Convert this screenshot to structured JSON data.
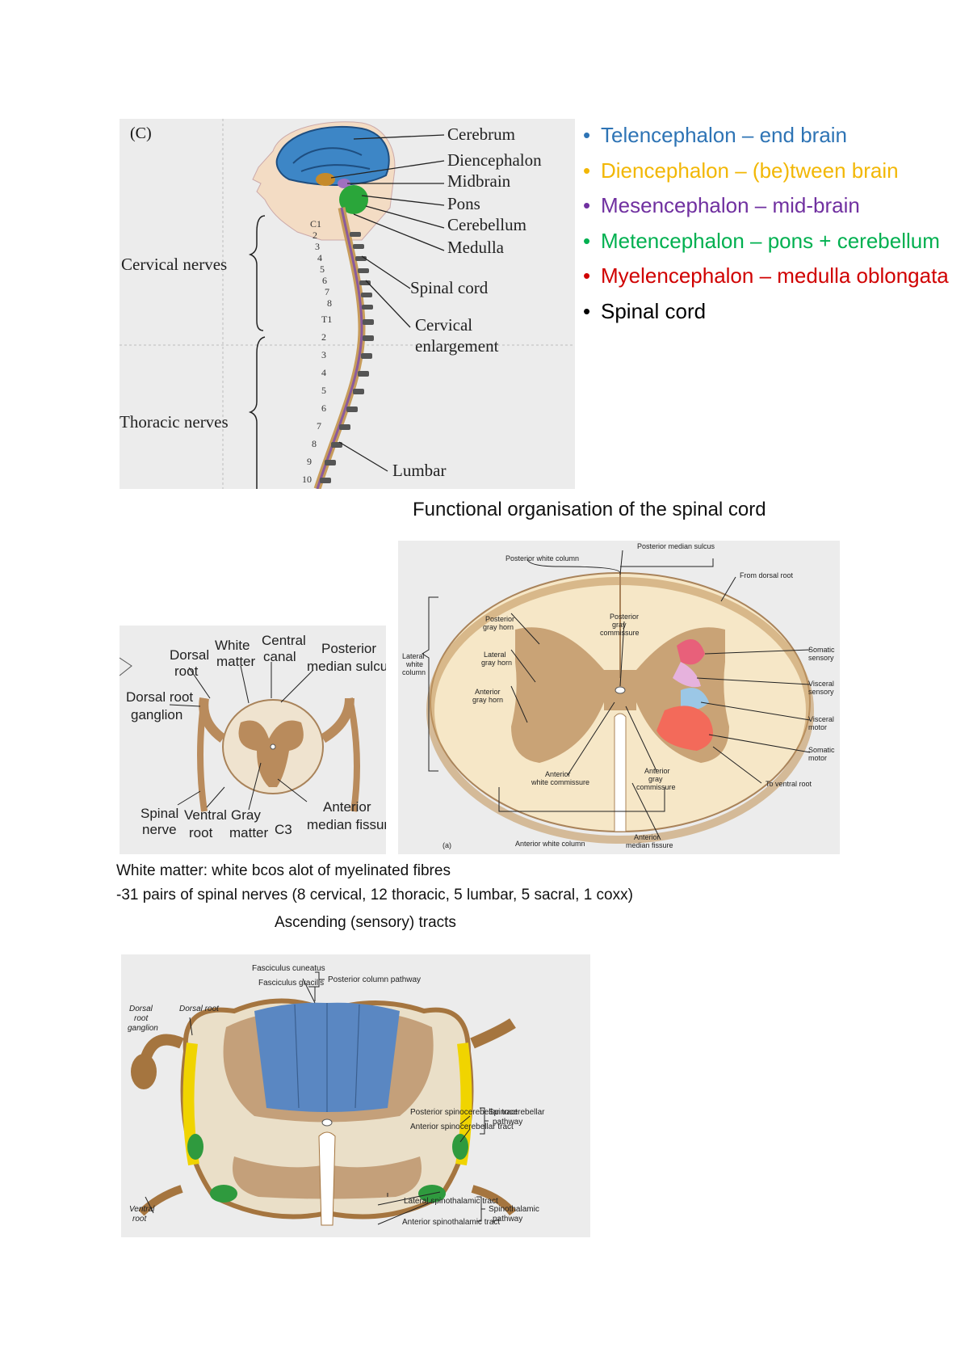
{
  "figure_c": {
    "panel_label": "(C)",
    "labels": [
      "Cerebrum",
      "Diencephalon",
      "Midbrain",
      "Pons",
      "Cerebellum",
      "Medulla",
      "Spinal cord",
      "Cervical",
      "enlargement",
      "Lumbar"
    ],
    "side_labels": [
      "Cervical nerves",
      "Thoracic nerves"
    ],
    "cervical_numbers": [
      "C1",
      "2",
      "3",
      "4",
      "5",
      "6",
      "7",
      "8"
    ],
    "thoracic_numbers": [
      "T1",
      "2",
      "3",
      "4",
      "5",
      "6",
      "7",
      "8",
      "9",
      "10"
    ]
  },
  "divisions": [
    {
      "text": "Telencephalon – end brain",
      "color": "#2e74b5"
    },
    {
      "text": "Diencephalon – (be)tween brain",
      "color": "#f2b705"
    },
    {
      "text": "Mesencephalon – mid-brain",
      "color": "#7030a0"
    },
    {
      "text": "Metencephalon – pons + cerebellum",
      "color": "#00b050"
    },
    {
      "text": "Myelencephalon – medulla oblongata",
      "color": "#d00000"
    },
    {
      "text": "Spinal cord",
      "color": "#000000"
    }
  ],
  "functional_heading": "Functional organisation of the spinal cord",
  "small_section": {
    "labels": [
      "Dorsal",
      "root",
      "White",
      "matter",
      "Central",
      "canal",
      "Posterior",
      "median sulcus",
      "Dorsal root",
      "ganglion",
      "Spinal",
      "nerve",
      "Ventral",
      "root",
      "Gray",
      "matter",
      "C3",
      "Anterior",
      "median fissure"
    ]
  },
  "large_section": {
    "labels": [
      "Posterior white column",
      "Posterior median sulcus",
      "From dorsal root",
      "Posterior",
      "gray horn",
      "Posterior",
      "gray",
      "commissure",
      "Lateral",
      "white",
      "column",
      "Lateral",
      "gray horn",
      "Anterior",
      "gray horn",
      "Somatic",
      "sensory",
      "Visceral",
      "sensory",
      "Visceral",
      "motor",
      "Somatic",
      "motor",
      "Anterior",
      "white commissure",
      "Anterior",
      "gray",
      "commissure",
      "To ventral root",
      "(a)",
      "Anterior white column",
      "Anterior",
      "median fissure"
    ]
  },
  "notes": [
    "White matter: white bcos alot of myelinated fibres",
    "-31 pairs of spinal nerves (8 cervical, 12 thoracic, 5 lumbar, 5 sacral, 1 coxx)"
  ],
  "ascending_heading": "Ascending (sensory) tracts",
  "tracts": {
    "labels": [
      "Fasciculus cuneatus",
      "Fasciculus gracilis",
      "Posterior column pathway",
      "Dorsal",
      "root",
      "ganglion",
      "Dorsal root",
      "Posterior spinocerebellar tract",
      "Anterior spinocerebellar tract",
      "Spinocerebellar",
      "pathway",
      "Ventral",
      "root",
      "Lateral spinothalamic tract",
      "Anterior spinothalamic tract",
      "Spinothalamic",
      "pathway"
    ]
  }
}
